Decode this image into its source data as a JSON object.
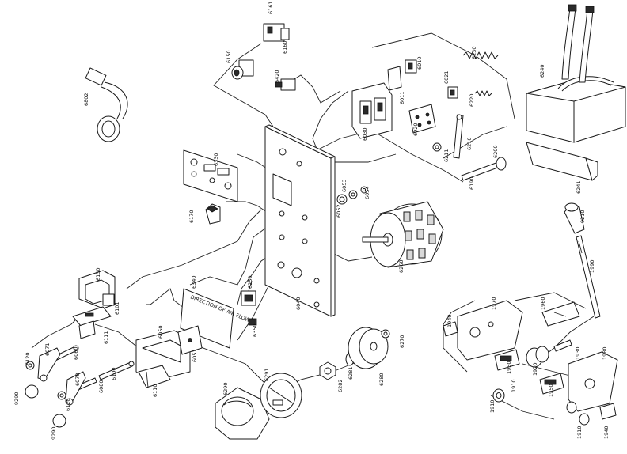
{
  "diagram": {
    "background": "#ffffff",
    "line_color": "#1a1a1a",
    "plate_label_text": "DIRECTION OF AIR FLOW",
    "labels": [
      {
        "id": "6161",
        "text": "6161"
      },
      {
        "id": "6160",
        "text": "6160"
      },
      {
        "id": "6150",
        "text": "6150"
      },
      {
        "id": "6420",
        "text": "6420"
      },
      {
        "id": "6802",
        "text": "6802"
      },
      {
        "id": "6230",
        "text": "6230"
      },
      {
        "id": "6010",
        "text": "6010"
      },
      {
        "id": "6011",
        "text": "6011"
      },
      {
        "id": "6021",
        "text": "6021"
      },
      {
        "id": "6220",
        "text": "6220"
      },
      {
        "id": "6030",
        "text": "6030"
      },
      {
        "id": "6020",
        "text": "6020"
      },
      {
        "id": "6240",
        "text": "6240"
      },
      {
        "id": "6330",
        "text": "6330"
      },
      {
        "id": "6211",
        "text": "6211"
      },
      {
        "id": "6210",
        "text": "6210"
      },
      {
        "id": "6200",
        "text": "6200"
      },
      {
        "id": "6190",
        "text": "6190"
      },
      {
        "id": "6241",
        "text": "6241"
      },
      {
        "id": "6053",
        "text": "6053"
      },
      {
        "id": "6054",
        "text": "6054"
      },
      {
        "id": "6052",
        "text": "6052"
      },
      {
        "id": "6170",
        "text": "6170"
      },
      {
        "id": "9210",
        "text": "9210"
      },
      {
        "id": "6260",
        "text": "6260"
      },
      {
        "id": "1990",
        "text": "1990"
      },
      {
        "id": "6130",
        "text": "6130"
      },
      {
        "id": "6340",
        "text": "6340"
      },
      {
        "id": "6250",
        "text": "6250"
      },
      {
        "id": "6040",
        "text": "6040"
      },
      {
        "id": "1970",
        "text": "1970"
      },
      {
        "id": "1960",
        "text": "1960"
      },
      {
        "id": "6101",
        "text": "6101"
      },
      {
        "id": "6111",
        "text": "6111"
      },
      {
        "id": "6350",
        "text": "6350"
      },
      {
        "id": "1940",
        "text": "1940"
      },
      {
        "id": "6050",
        "text": "6050"
      },
      {
        "id": "6051",
        "text": "6051"
      },
      {
        "id": "6270",
        "text": "6270"
      },
      {
        "id": "6071",
        "text": "6071"
      },
      {
        "id": "6120a",
        "text": "6120"
      },
      {
        "id": "6060",
        "text": "6060"
      },
      {
        "id": "1930",
        "text": "1930"
      },
      {
        "id": "1980",
        "text": "1980"
      },
      {
        "id": "1950a",
        "text": "1950"
      },
      {
        "id": "1920",
        "text": "1920"
      },
      {
        "id": "6291",
        "text": "6291"
      },
      {
        "id": "6281",
        "text": "6281"
      },
      {
        "id": "6280",
        "text": "6280"
      },
      {
        "id": "6070",
        "text": "6070"
      },
      {
        "id": "6100",
        "text": "6100"
      },
      {
        "id": "6080",
        "text": "6080"
      },
      {
        "id": "6282",
        "text": "6282"
      },
      {
        "id": "9290a",
        "text": "9290"
      },
      {
        "id": "6120b",
        "text": "6120"
      },
      {
        "id": "6110",
        "text": "6110"
      },
      {
        "id": "6290",
        "text": "6290"
      },
      {
        "id": "1910a",
        "text": "1910"
      },
      {
        "id": "1950b",
        "text": "1950"
      },
      {
        "id": "1910b",
        "text": "1910"
      },
      {
        "id": "9290b",
        "text": "9290"
      },
      {
        "id": "1910c",
        "text": "1910"
      },
      {
        "id": "1940b",
        "text": "1940"
      }
    ]
  }
}
